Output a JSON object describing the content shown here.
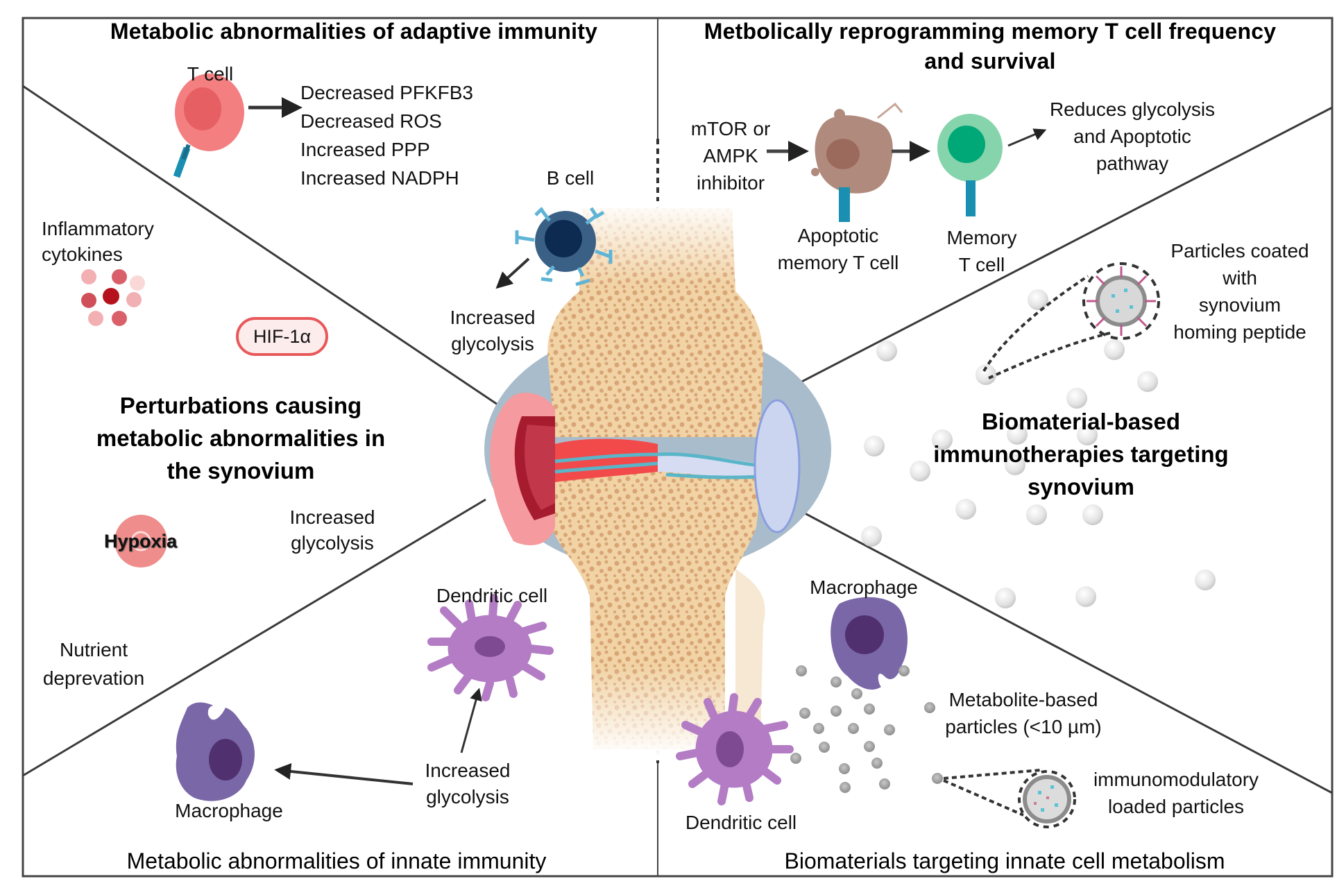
{
  "figure": {
    "quadrants": {
      "top_left_title": "Metabolic abnormalities of adaptive immunity",
      "top_right_title_line1": "Metbolically reprogramming memory T cell frequency",
      "top_right_title_line2": "and survival",
      "bottom_left_title": "Metabolic abnormalities of innate immunity",
      "bottom_right_title": "Biomaterials targeting innate cell metabolism"
    },
    "adaptive": {
      "t_cell_label": "T cell",
      "t_cell_effects": [
        "Decreased PFKFB3",
        "Decreased ROS",
        "Increased PPP",
        "Increased NADPH"
      ],
      "b_cell_label": "B cell",
      "b_cell_effect_line1": "Increased",
      "b_cell_effect_line2": "glycolysis"
    },
    "perturbations": {
      "title_line1": "Perturbations causing",
      "title_line2": "metabolic abnormalities in",
      "title_line3": "the synovium",
      "cytokines_line1": "Inflammatory",
      "cytokines_line2": "cytokines",
      "hif_label": "HIF-1α",
      "hypoxia_label": "Hypoxia",
      "glycolysis_line1": "Increased",
      "glycolysis_line2": "glycolysis",
      "nutrient_line1": "Nutrient",
      "nutrient_line2": "deprevation"
    },
    "innate": {
      "dendritic_label": "Dendritic cell",
      "macrophage_label": "Macrophage",
      "glycolysis_line1": "Increased",
      "glycolysis_line2": "glycolysis"
    },
    "memory_t": {
      "inhibitor_line1": "mTOR or",
      "inhibitor_line2": "AMPK",
      "inhibitor_line3": "inhibitor",
      "apoptotic_line1": "Apoptotic",
      "apoptotic_line2": "memory T cell",
      "memory_line1": "Memory",
      "memory_line2": "T cell",
      "result_line1": "Reduces glycolysis",
      "result_line2": "and Apoptotic",
      "result_line3": "pathway"
    },
    "biomaterials_synovium": {
      "title_line1": "Biomaterial-based",
      "title_line2": "immunotherapies targeting",
      "title_line3": "synovium",
      "particle_line1": "Particles coated",
      "particle_line2": "with",
      "particle_line3": "synovium",
      "particle_line4": "homing peptide"
    },
    "biomaterials_innate": {
      "macrophage_label": "Macrophage",
      "dendritic_label": "Dendritic cell",
      "metabolite_line1": "Metabolite-based",
      "metabolite_line2": "particles (<10 µm)",
      "immuno_line1": "immunomodulatory",
      "immuno_line2": "loaded particles"
    },
    "colors": {
      "t_cell": "#f47f80",
      "b_cell": "#2e5577",
      "memory_t_cell": "#86d4ac",
      "apoptotic_cell": "#b08b7d",
      "dendritic": "#b37cc4",
      "macrophage": "#7a67a8",
      "bone": "#f3d9ae",
      "inflammation": "#f04848"
    }
  }
}
